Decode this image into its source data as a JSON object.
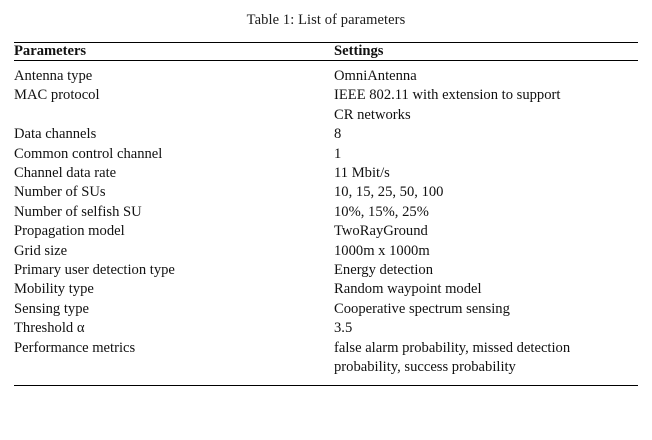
{
  "caption": "Table 1:  List of parameters",
  "table": {
    "headers": [
      "Parameters",
      "Settings"
    ],
    "rows": [
      {
        "parameter": "Antenna type",
        "setting": "OmniAntenna",
        "setting_line2": ""
      },
      {
        "parameter": "MAC protocol",
        "setting": "IEEE 802.11 with extension to support",
        "setting_line2": "CR networks"
      },
      {
        "parameter": "Data channels",
        "setting": "8",
        "setting_line2": ""
      },
      {
        "parameter": "Common control channel",
        "setting": "1",
        "setting_line2": ""
      },
      {
        "parameter": "Channel data rate",
        "setting": "11 Mbit/s",
        "setting_line2": ""
      },
      {
        "parameter": "Number of SUs",
        "setting": "10, 15, 25, 50, 100",
        "setting_line2": ""
      },
      {
        "parameter": "Number of selfish SU",
        "setting": "10%, 15%, 25%",
        "setting_line2": ""
      },
      {
        "parameter": "Propagation model",
        "setting": "TwoRayGround",
        "setting_line2": ""
      },
      {
        "parameter": "Grid size",
        "setting": "1000m x 1000m",
        "setting_line2": ""
      },
      {
        "parameter": "Primary user detection type",
        "setting": "Energy detection",
        "setting_line2": ""
      },
      {
        "parameter": "Mobility type",
        "setting": "Random waypoint model",
        "setting_line2": ""
      },
      {
        "parameter": "Sensing type",
        "setting": "Cooperative spectrum sensing",
        "setting_line2": ""
      },
      {
        "parameter": "Threshold α",
        "setting": "3.5",
        "setting_line2": ""
      },
      {
        "parameter": "Performance metrics",
        "setting": "false alarm probability, missed detection",
        "setting_line2": "probability, success probability"
      }
    ]
  }
}
